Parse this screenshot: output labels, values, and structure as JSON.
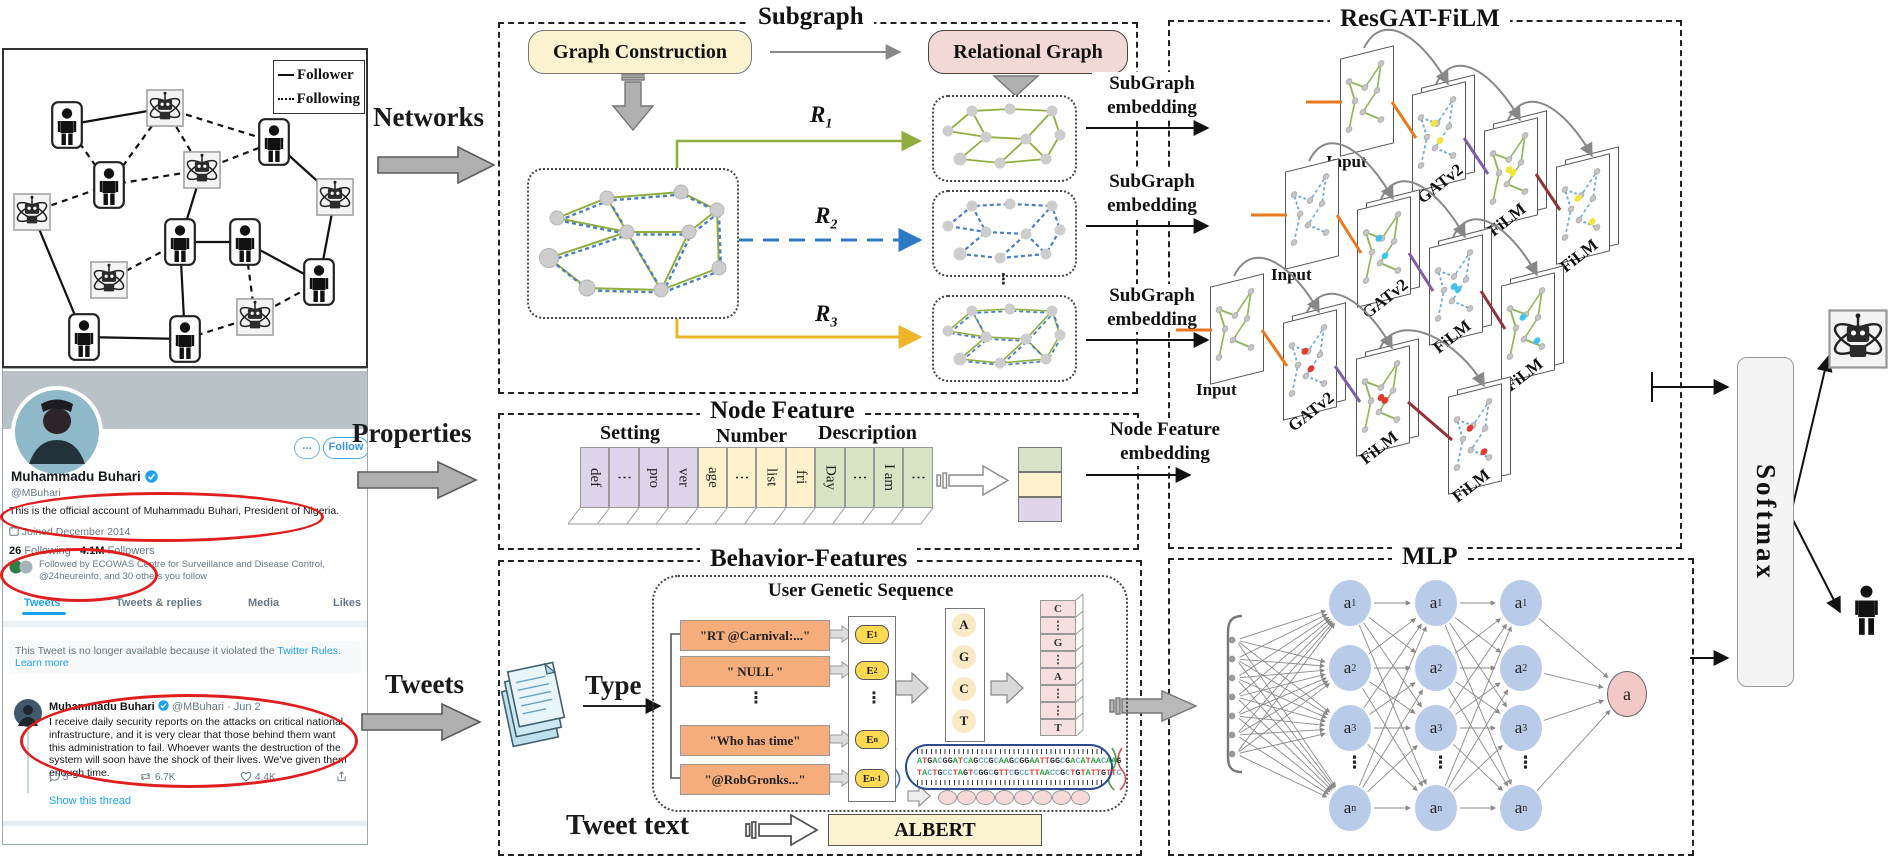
{
  "misc": {
    "vdots": "⋮"
  },
  "left_panel": {
    "legend": {
      "follower": "Follower",
      "following": "Following"
    },
    "profile": {
      "name": "Muhammadu Buhari",
      "handle": "@MBuhari",
      "more_button": "...",
      "follow_button": "Follow",
      "bio": "This is the official account of Muhammadu Buhari, President of Nigeria.",
      "joined": "Joined December 2014",
      "following_count": "26",
      "following_label": "Following",
      "followers_count": "4.1M",
      "followers_label": "Followers",
      "followed_by": "Followed by ECOWAS Centre for Surveillance and Disease Control, @24heureinfo, and 30 others you follow",
      "tabs": [
        "Tweets",
        "Tweets & replies",
        "Media",
        "Likes"
      ],
      "notice_text": "This Tweet is no longer available because it violated the ",
      "notice_link": "Twitter Rules.",
      "notice_link2": "Learn more",
      "tweet_author": "Muhammadu Buhari",
      "tweet_meta": "@MBuhari · Jun 2",
      "tweet_text": "I receive daily security reports on the attacks on critical national infrastructure, and it is very clear that those behind them want this administration to fail. Whoever wants the destruction of the system will soon have the shock of their lives. We've given them enough time.",
      "reply_count": "5",
      "retweet_count": "6.7K",
      "like_count": "4.4K",
      "show_thread": "Show this thread"
    }
  },
  "flow": {
    "networks": "Networks",
    "properties": "Properties",
    "tweets": "Tweets",
    "type": "Type",
    "tweet_text_label": "Tweet text"
  },
  "subgraph": {
    "title": "Subgraph",
    "graph_construction": "Graph Construction",
    "relational_graph": "Relational Graph",
    "relations": [
      {
        "base": "R",
        "sub": "1"
      },
      {
        "base": "R",
        "sub": "2"
      },
      {
        "base": "R",
        "sub": "3"
      }
    ]
  },
  "embedding_labels": {
    "subgraph_line1": "SubGraph",
    "subgraph_line2": "embedding",
    "node_line1": "Node Feature",
    "node_line2": "embedding"
  },
  "node_feature": {
    "title": "Node Feature",
    "groups": [
      {
        "label": "Setting",
        "cells": [
          "def",
          "⋮",
          "pro",
          "ver"
        ]
      },
      {
        "label": "Number",
        "cells": [
          "age",
          "⋮",
          "list",
          "fri"
        ]
      },
      {
        "label": "Description",
        "cells": [
          "Day",
          "⋮",
          "I am",
          "⋮"
        ]
      }
    ]
  },
  "behavior": {
    "title": "Behavior-Features",
    "genetic_title": "User Genetic Sequence",
    "tweet_items": [
      "\"RT @Carnival:...\"",
      "\" NULL \"",
      "\"Who has time\"",
      "\"@RobGronks...\""
    ],
    "e_items": [
      {
        "base": "E",
        "sub": "1"
      },
      {
        "base": "E",
        "sub": "2"
      },
      {
        "base": "E",
        "sub": "n"
      },
      {
        "base": "E",
        "sub": "n-1"
      }
    ],
    "bases": [
      "A",
      "G",
      "C",
      "T"
    ],
    "encoded": [
      "C",
      "⋮",
      "G",
      "⋮",
      "A",
      "⋮",
      "⋮",
      "T"
    ],
    "dna_line1": "ATGACGGATCAGCCGCAAGCGGAATTGGCGACATAACAAG",
    "dna_line2": "TACTGCCTAGTCGGCGTTCGCCTTAACCGCTGTATTGTTC",
    "albert": "ALBERT"
  },
  "resgat": {
    "title": "ResGAT-FiLM",
    "input_label": "Input",
    "gat_label": "GATv2",
    "film_label": "FiLM"
  },
  "mlp": {
    "title": "MLP",
    "base": "a",
    "subs": [
      "1",
      "2",
      "3",
      "n"
    ],
    "output": "a"
  },
  "softmax": {
    "label": "Softmax"
  },
  "colors": {
    "r1_green": "#8fae3e",
    "r2_blue": "#2f7bc3",
    "r3_yellow": "#f0b429",
    "twitter_blue": "#1da1f2",
    "annotation_red": "#e01e1e"
  }
}
